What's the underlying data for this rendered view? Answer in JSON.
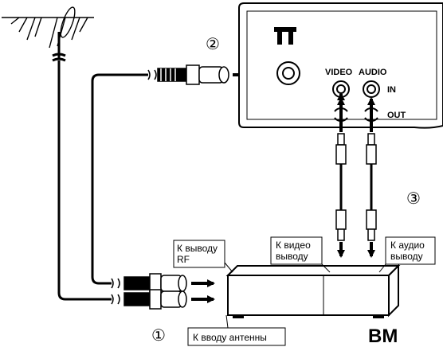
{
  "steps": {
    "one": "①",
    "two": "②",
    "three": "③"
  },
  "tv": {
    "video_label": "VIDEO",
    "audio_label": "AUDIO",
    "in_label": "IN",
    "out_label": "OUT"
  },
  "vcr": {
    "name": "ВМ"
  },
  "callouts": {
    "rf_out_line1": "К выводу",
    "rf_out_line2": "RF",
    "video_out_line1": "К видео",
    "video_out_line2": "выводу",
    "audio_out_line1": "К аудио",
    "audio_out_line2": "выводу",
    "antenna_in": "К вводу антенны"
  }
}
